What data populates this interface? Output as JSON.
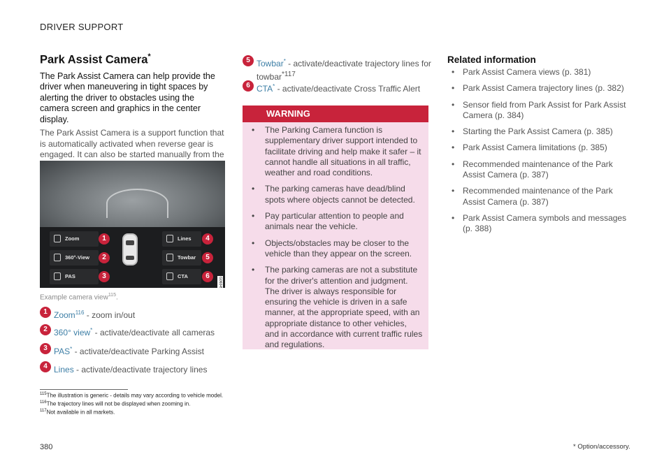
{
  "header": {
    "section": "DRIVER SUPPORT"
  },
  "article": {
    "title": "Park Assist Camera",
    "title_mark": "*",
    "lead": "The Park Assist Camera can help provide the driver when maneuvering in tight spaces by alerting the driver to obstacles using the camera screen and graphics in the center display.",
    "body": "The Park Assist Camera is a support function that is automatically activated when reverse gear is engaged. It can also be started manually from the center display."
  },
  "figure": {
    "buttons": [
      "Zoom",
      "360°-View",
      "PAS",
      "Lines",
      "Towbar",
      "CTA"
    ],
    "numbers": [
      "1",
      "2",
      "3",
      "4",
      "5",
      "6"
    ],
    "image_code": "G060453",
    "caption": "Example camera view",
    "caption_ref": "115",
    "caption_end": "."
  },
  "legend": [
    {
      "num": "1",
      "label": "Zoom",
      "sup": "116",
      "text": " - zoom in/out"
    },
    {
      "num": "2",
      "label": "360° view",
      "sup": "*",
      "text": " - activate/deactivate all cameras"
    },
    {
      "num": "3",
      "label": "PAS",
      "sup": "*",
      "text": " - activate/deactivate Parking Assist"
    },
    {
      "num": "4",
      "label": "Lines",
      "sup": "",
      "text": " - activate/deactivate trajectory lines"
    },
    {
      "num": "5",
      "label": "Towbar",
      "sup": "*",
      "text": " - activate/deactivate trajectory lines for towbar",
      "text_sup": "*117"
    },
    {
      "num": "6",
      "label": "CTA",
      "sup": "*",
      "text": " - activate/deactivate Cross Traffic Alert"
    }
  ],
  "warning": {
    "title": "WARNING",
    "items": [
      "The Parking Camera function is supplementary driver support intended to facilitate driving and help make it safer – it cannot handle all situations in all traffic, weather and road conditions.",
      "The parking cameras have dead/blind spots where objects cannot be detected.",
      "Pay particular attention to people and animals near the vehicle.",
      "Objects/obstacles may be closer to the vehicle than they appear on the screen.",
      "The parking cameras are not a substitute for the driver's attention and judgment. The driver is always responsible for ensuring the vehicle is driven in a safe manner, at the appropriate speed, with an appropriate distance to other vehicles, and in accordance with current traffic rules and regulations."
    ]
  },
  "related": {
    "title": "Related information",
    "items": [
      "Park Assist Camera views (p. 381)",
      "Park Assist Camera trajectory lines (p. 382)",
      "Sensor field from Park Assist for Park Assist Camera (p. 384)",
      "Starting the Park Assist Camera (p. 385)",
      "Park Assist Camera limitations (p. 385)",
      "Recommended maintenance of the Park Assist Camera (p. 387)",
      "Recommended maintenance of the Park Assist Camera (p. 387)",
      "Park Assist Camera symbols and messages (p. 388)"
    ]
  },
  "footnotes": [
    {
      "num": "115",
      "text": "The illustration is generic - details may vary according to vehicle model."
    },
    {
      "num": "116",
      "text": "The trajectory lines will not be displayed when zooming in."
    },
    {
      "num": "117",
      "text": "Not available in all markets."
    }
  ],
  "footer": {
    "page": "380",
    "option_note": "* Option/accessory."
  },
  "colors": {
    "accent_red": "#c8233b",
    "keyword_blue": "#3e7fa6",
    "warning_bg": "#f6dcea"
  }
}
